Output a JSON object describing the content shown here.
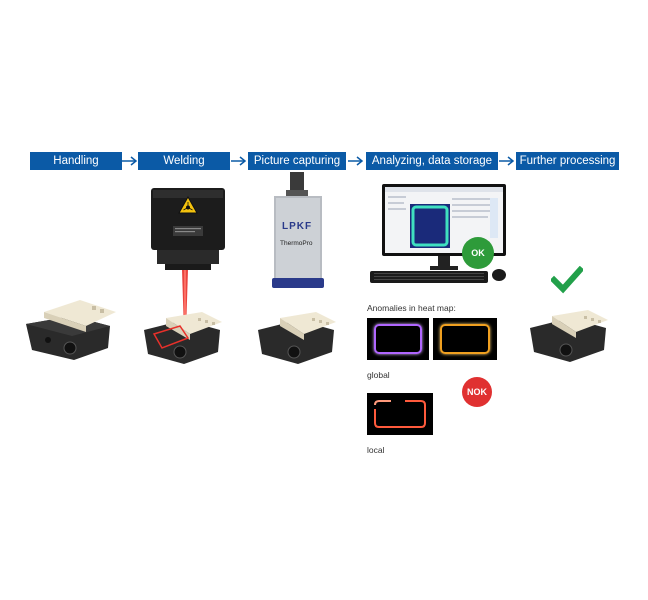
{
  "process_steps": [
    {
      "label": "Handling"
    },
    {
      "label": "Welding"
    },
    {
      "label": "Picture capturing"
    },
    {
      "label": "Analyzing, data storage"
    },
    {
      "label": "Further processing"
    }
  ],
  "camera": {
    "brand": "LPKF",
    "model": "ThermoPro"
  },
  "analysis": {
    "anomalies_label": "Anomalies in heat map:",
    "global_label": "global",
    "local_label": "local",
    "ok_label": "OK",
    "nok_label": "NOK"
  },
  "colors": {
    "step_bar": "#0b5aa6",
    "ok_badge": "#2e9b3a",
    "nok_badge": "#e03131",
    "laser_beam": "#e8302a",
    "checkmark": "#22a04a"
  },
  "icons": {
    "laser_warning": "laser-warning-icon",
    "checkmark": "checkmark-icon"
  }
}
